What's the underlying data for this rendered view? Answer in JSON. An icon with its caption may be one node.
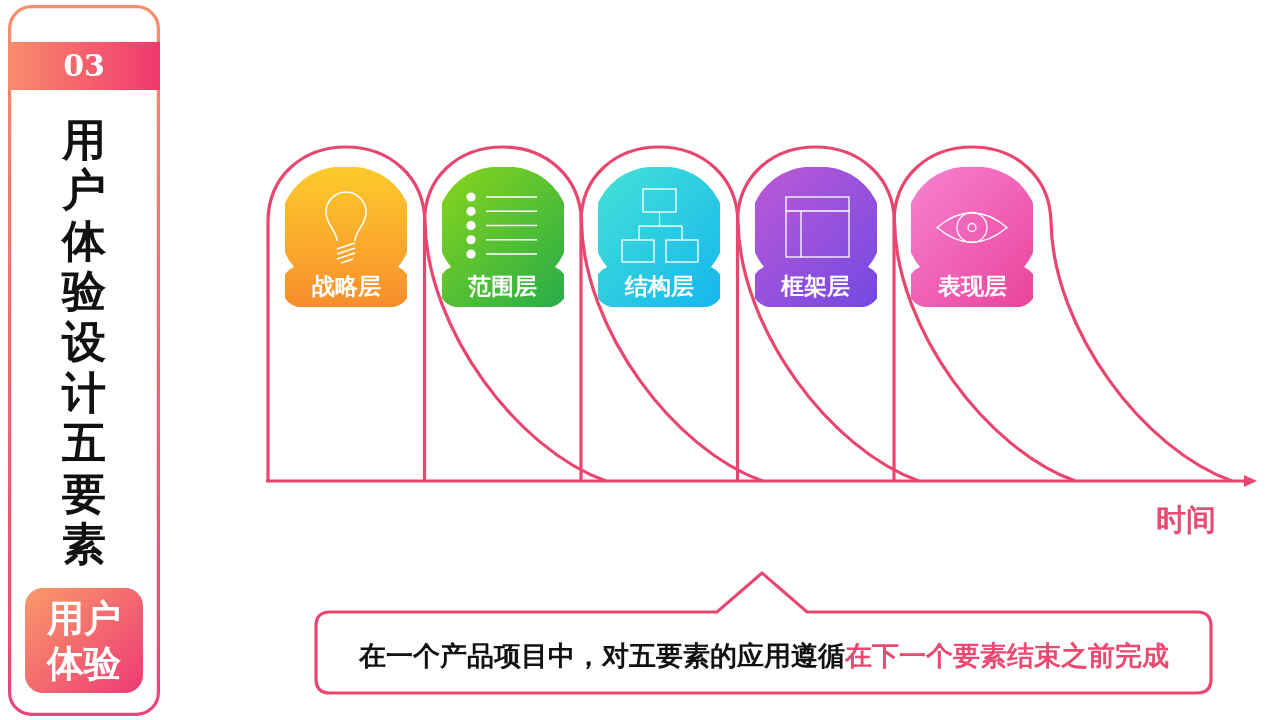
{
  "diagram": {
    "nodes": [
      {
        "text": [
          "用户体验设计五要素"
        ]
      },
      {
        "text": [
          "03"
        ],
        "in": 0
      },
      {
        "text": [
          "用户体验"
        ],
        "in": 0
      },
      {
        "text": [
          "战略层"
        ]
      },
      {
        "text": [
          "范围层"
        ]
      },
      {
        "text": [
          "结构层"
        ]
      },
      {
        "text": [
          "框架层"
        ]
      },
      {
        "text": [
          "表现层"
        ]
      },
      {
        "text": [
          "在一个产品项目中，对五要素的应用遵循**在下一个要素结束之前完成**"
        ]
      }
    ],
    "labels": [
      "时间"
    ]
  }
}
